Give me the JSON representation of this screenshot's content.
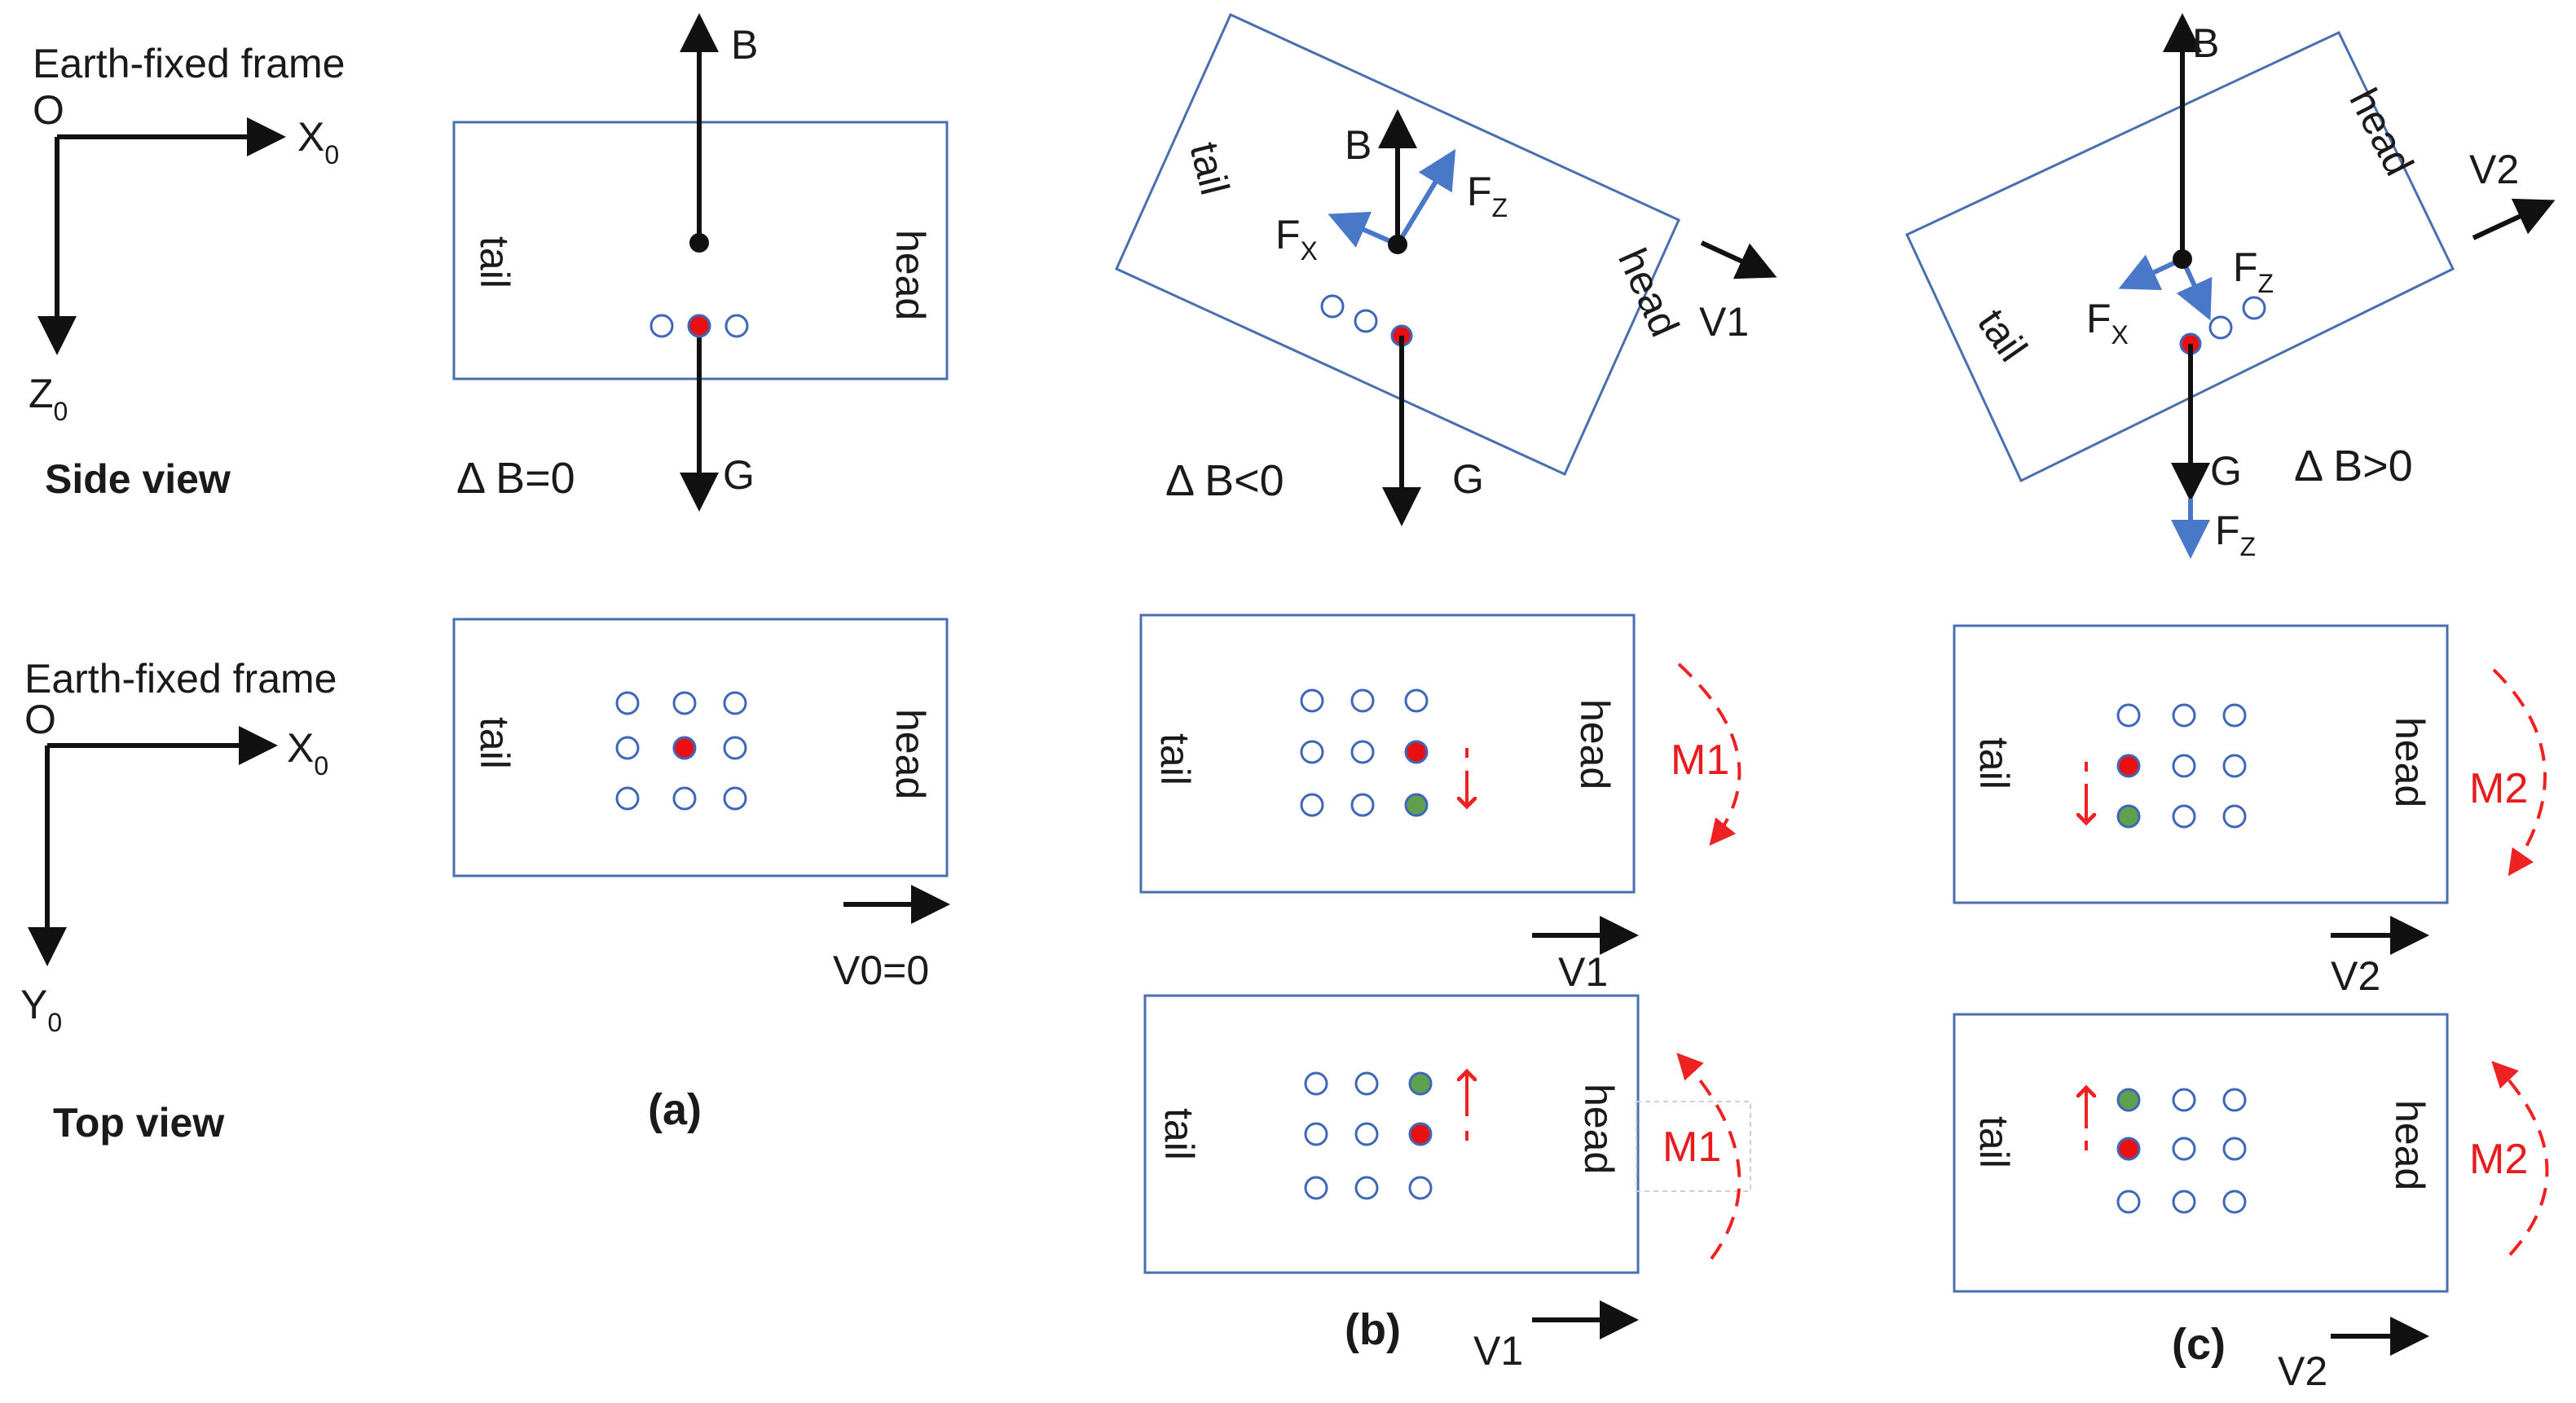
{
  "frame_side": {
    "title": "Earth-fixed frame",
    "origin": "O",
    "x_axis": "X",
    "x_sub": "0",
    "z_axis": "Z",
    "z_sub": "0",
    "view": "Side view"
  },
  "frame_top": {
    "title": "Earth-fixed frame",
    "origin": "O",
    "x_axis": "X",
    "x_sub": "0",
    "y_axis": "Y",
    "y_sub": "0",
    "view": "Top view"
  },
  "labels": {
    "tail": "tail",
    "head": "head",
    "B": "B",
    "G": "G",
    "F": "F",
    "x_sub": "X",
    "z_sub": "Z"
  },
  "panel_a": {
    "delta": "Δ B=0",
    "velocity": "V0=0",
    "caption": "(a)"
  },
  "panel_b": {
    "delta": "Δ B<0",
    "velocity": "V1",
    "moment": "M1",
    "caption": "(b)"
  },
  "panel_c": {
    "delta": "Δ B>0",
    "velocity": "V2",
    "moment": "M2",
    "caption": "(c)"
  },
  "colors": {
    "box": "#4a6fb0",
    "dot_outline": "#3f67b8",
    "red_dot": "#e81010",
    "green_dot": "#5fa04d",
    "force_blue": "#4a78c8",
    "moment_red": "#ee2222"
  }
}
